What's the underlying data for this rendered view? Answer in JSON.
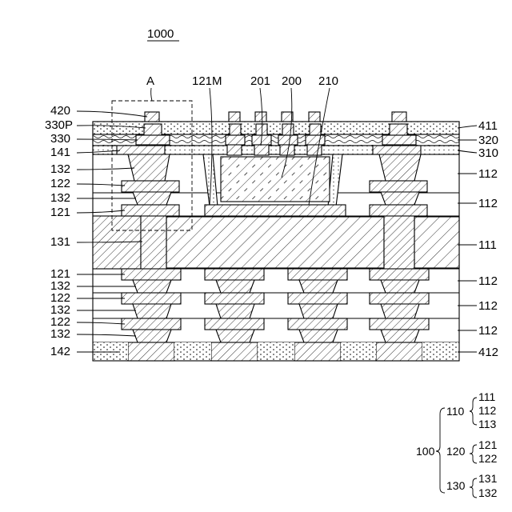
{
  "figure": {
    "number": "1000",
    "detail": "A",
    "top_labels": [
      "121M",
      "201",
      "200",
      "210"
    ],
    "left_labels": [
      "420",
      "330P",
      "330",
      "141",
      "132",
      "122",
      "132",
      "121",
      "131",
      "121",
      "132",
      "122",
      "132",
      "122",
      "132",
      "142"
    ],
    "right_labels": [
      "411",
      "320",
      "310",
      "112",
      "112",
      "111",
      "112",
      "112",
      "112",
      "412"
    ],
    "legend": {
      "root": "100",
      "groups": [
        {
          "parent": "110",
          "children": [
            "111",
            "112",
            "113"
          ]
        },
        {
          "parent": "120",
          "children": [
            "121",
            "122"
          ]
        },
        {
          "parent": "130",
          "children": [
            "131",
            "132"
          ]
        }
      ]
    }
  }
}
